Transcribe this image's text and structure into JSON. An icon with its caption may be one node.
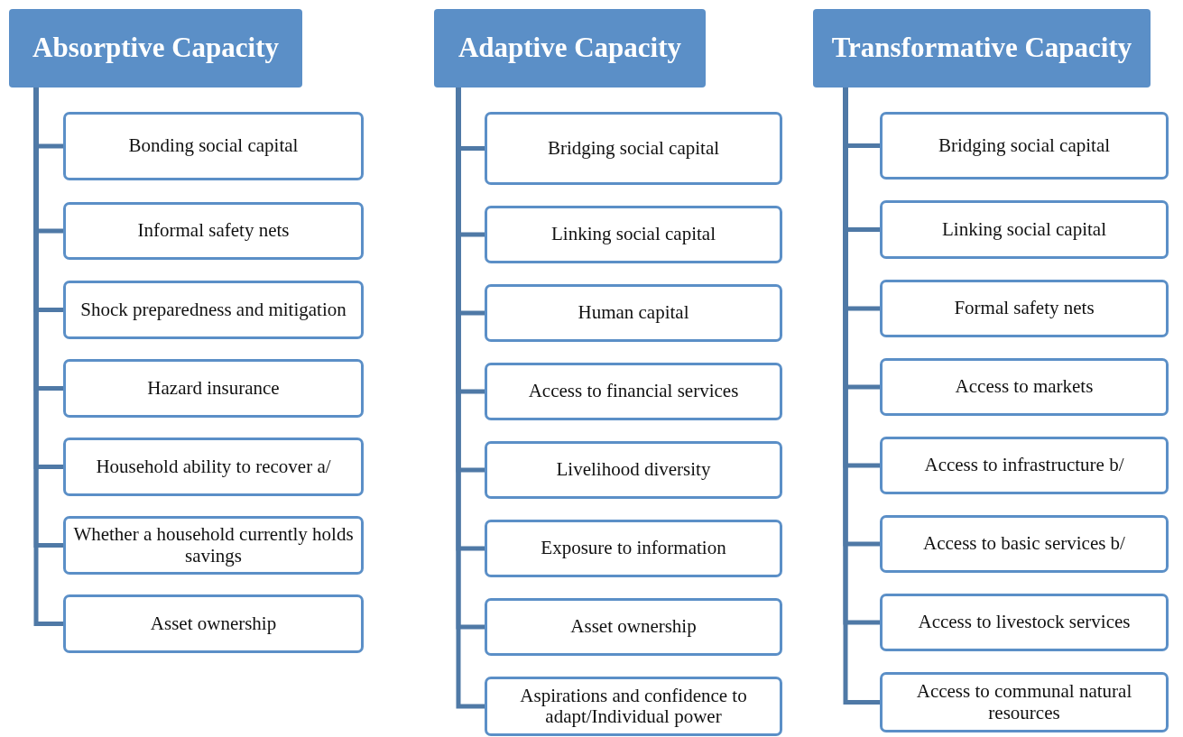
{
  "diagram": {
    "nodes": [
      {
        "text": [
          "Absorptive Capacity"
        ]
      },
      {
        "text": [
          "Bonding social capital"
        ]
      },
      {
        "text": [
          "Informal safety nets"
        ]
      },
      {
        "text": [
          "Shock preparedness and mitigation"
        ]
      },
      {
        "text": [
          "Hazard insurance"
        ]
      },
      {
        "text": [
          "Household ability to recover a/"
        ]
      },
      {
        "text": [
          "Whether a household currently holds savings"
        ]
      },
      {
        "text": [
          "Asset ownership"
        ]
      },
      {
        "text": [
          "Adaptive Capacity"
        ]
      },
      {
        "text": [
          "Bridging social capital"
        ]
      },
      {
        "text": [
          "Linking social capital"
        ]
      },
      {
        "text": [
          "Human capital"
        ]
      },
      {
        "text": [
          "Access to financial services"
        ]
      },
      {
        "text": [
          "Livelihood diversity"
        ]
      },
      {
        "text": [
          "Exposure to information"
        ]
      },
      {
        "text": [
          "Asset ownership"
        ]
      },
      {
        "text": [
          "Aspirations and confidence to adapt/Individual power"
        ]
      },
      {
        "text": [
          "Transformative Capacity"
        ]
      },
      {
        "text": [
          "Bridging social capital"
        ]
      },
      {
        "text": [
          "Linking social capital"
        ]
      },
      {
        "text": [
          "Formal safety nets"
        ]
      },
      {
        "text": [
          "Access to markets"
        ]
      },
      {
        "text": [
          "Access to infrastructure b/"
        ]
      },
      {
        "text": [
          "Access to basic services b/"
        ]
      },
      {
        "text": [
          "Access to livestock services"
        ]
      },
      {
        "text": [
          "Access to communal natural resources"
        ]
      }
    ],
    "edges": [
      {
        "from": 0,
        "to": 1,
        "arrow": "none"
      },
      {
        "from": 0,
        "to": 2,
        "arrow": "none"
      },
      {
        "from": 0,
        "to": 3,
        "arrow": "none"
      },
      {
        "from": 0,
        "to": 4,
        "arrow": "none"
      },
      {
        "from": 0,
        "to": 5,
        "arrow": "none"
      },
      {
        "from": 0,
        "to": 6,
        "arrow": "none"
      },
      {
        "from": 0,
        "to": 7,
        "arrow": "none"
      },
      {
        "from": 8,
        "to": 9,
        "arrow": "none"
      },
      {
        "from": 8,
        "to": 10,
        "arrow": "none"
      },
      {
        "from": 8,
        "to": 11,
        "arrow": "none"
      },
      {
        "from": 8,
        "to": 12,
        "arrow": "none"
      },
      {
        "from": 8,
        "to": 13,
        "arrow": "none"
      },
      {
        "from": 8,
        "to": 14,
        "arrow": "none"
      },
      {
        "from": 8,
        "to": 15,
        "arrow": "none"
      },
      {
        "from": 8,
        "to": 16,
        "arrow": "none"
      },
      {
        "from": 17,
        "to": 18,
        "arrow": "none"
      },
      {
        "from": 17,
        "to": 19,
        "arrow": "none"
      },
      {
        "from": 17,
        "to": 20,
        "arrow": "none"
      },
      {
        "from": 17,
        "to": 21,
        "arrow": "none"
      },
      {
        "from": 17,
        "to": 22,
        "arrow": "none"
      },
      {
        "from": 17,
        "to": 23,
        "arrow": "none"
      },
      {
        "from": 17,
        "to": 24,
        "arrow": "none"
      },
      {
        "from": 17,
        "to": 25,
        "arrow": "none"
      }
    ]
  }
}
